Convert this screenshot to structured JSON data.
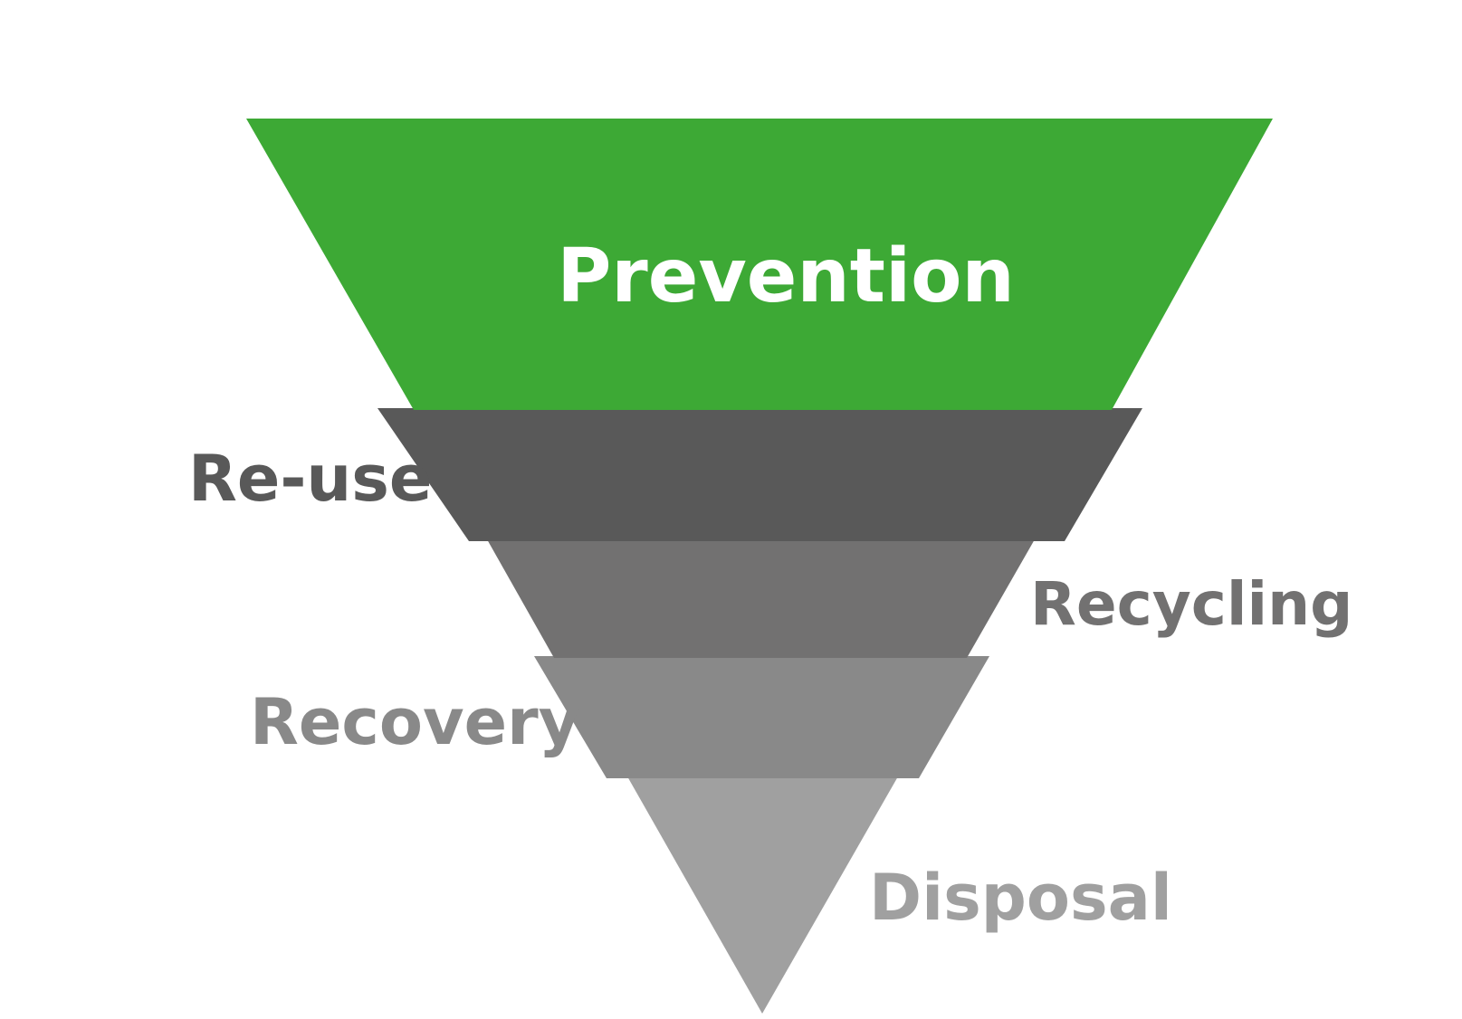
{
  "diagram": {
    "tiers": [
      {
        "id": "prevention",
        "label": "Prevention",
        "fill": "#3DA935",
        "text_color": "#FFFFFF"
      },
      {
        "id": "reuse",
        "label": "Re-use",
        "fill": "#595959",
        "text_color": "#595959"
      },
      {
        "id": "recycling",
        "label": "Recycling",
        "fill": "#727171",
        "text_color": "#727171"
      },
      {
        "id": "recovery",
        "label": "Recovery",
        "fill": "#898989",
        "text_color": "#898989"
      },
      {
        "id": "disposal",
        "label": "Disposal",
        "fill": "#A0A0A0",
        "text_color": "#A0A0A0"
      }
    ]
  }
}
